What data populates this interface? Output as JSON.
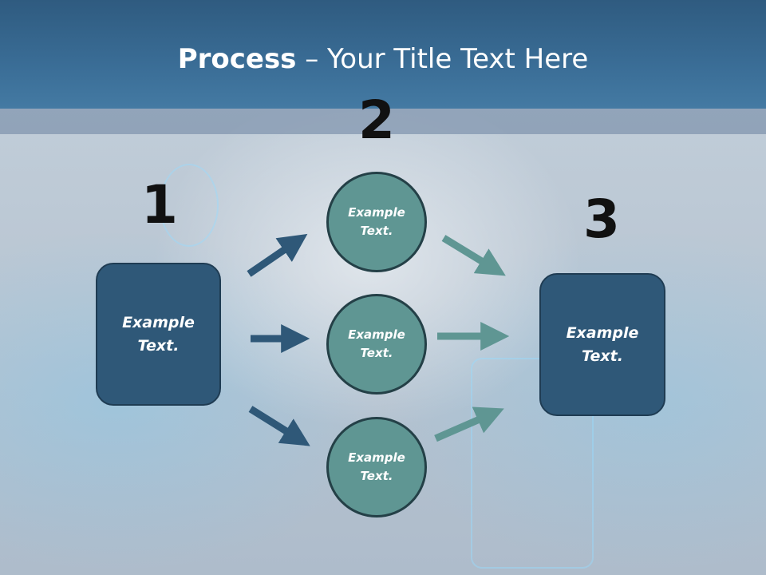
{
  "title": {
    "bold": "Process",
    "rest": " – Your Title Text Here"
  },
  "steps": [
    {
      "number": "1",
      "text": "Example Text."
    },
    {
      "number": "2",
      "circles": [
        "Example Text.",
        "Example Text.",
        "Example Text."
      ]
    },
    {
      "number": "3",
      "text": "Example Text."
    }
  ],
  "colors": {
    "header": "#2f5b80",
    "box": "#2f5878",
    "circle": "#5f9693",
    "arrow_left": "#2f5878",
    "arrow_right": "#5f9693"
  }
}
